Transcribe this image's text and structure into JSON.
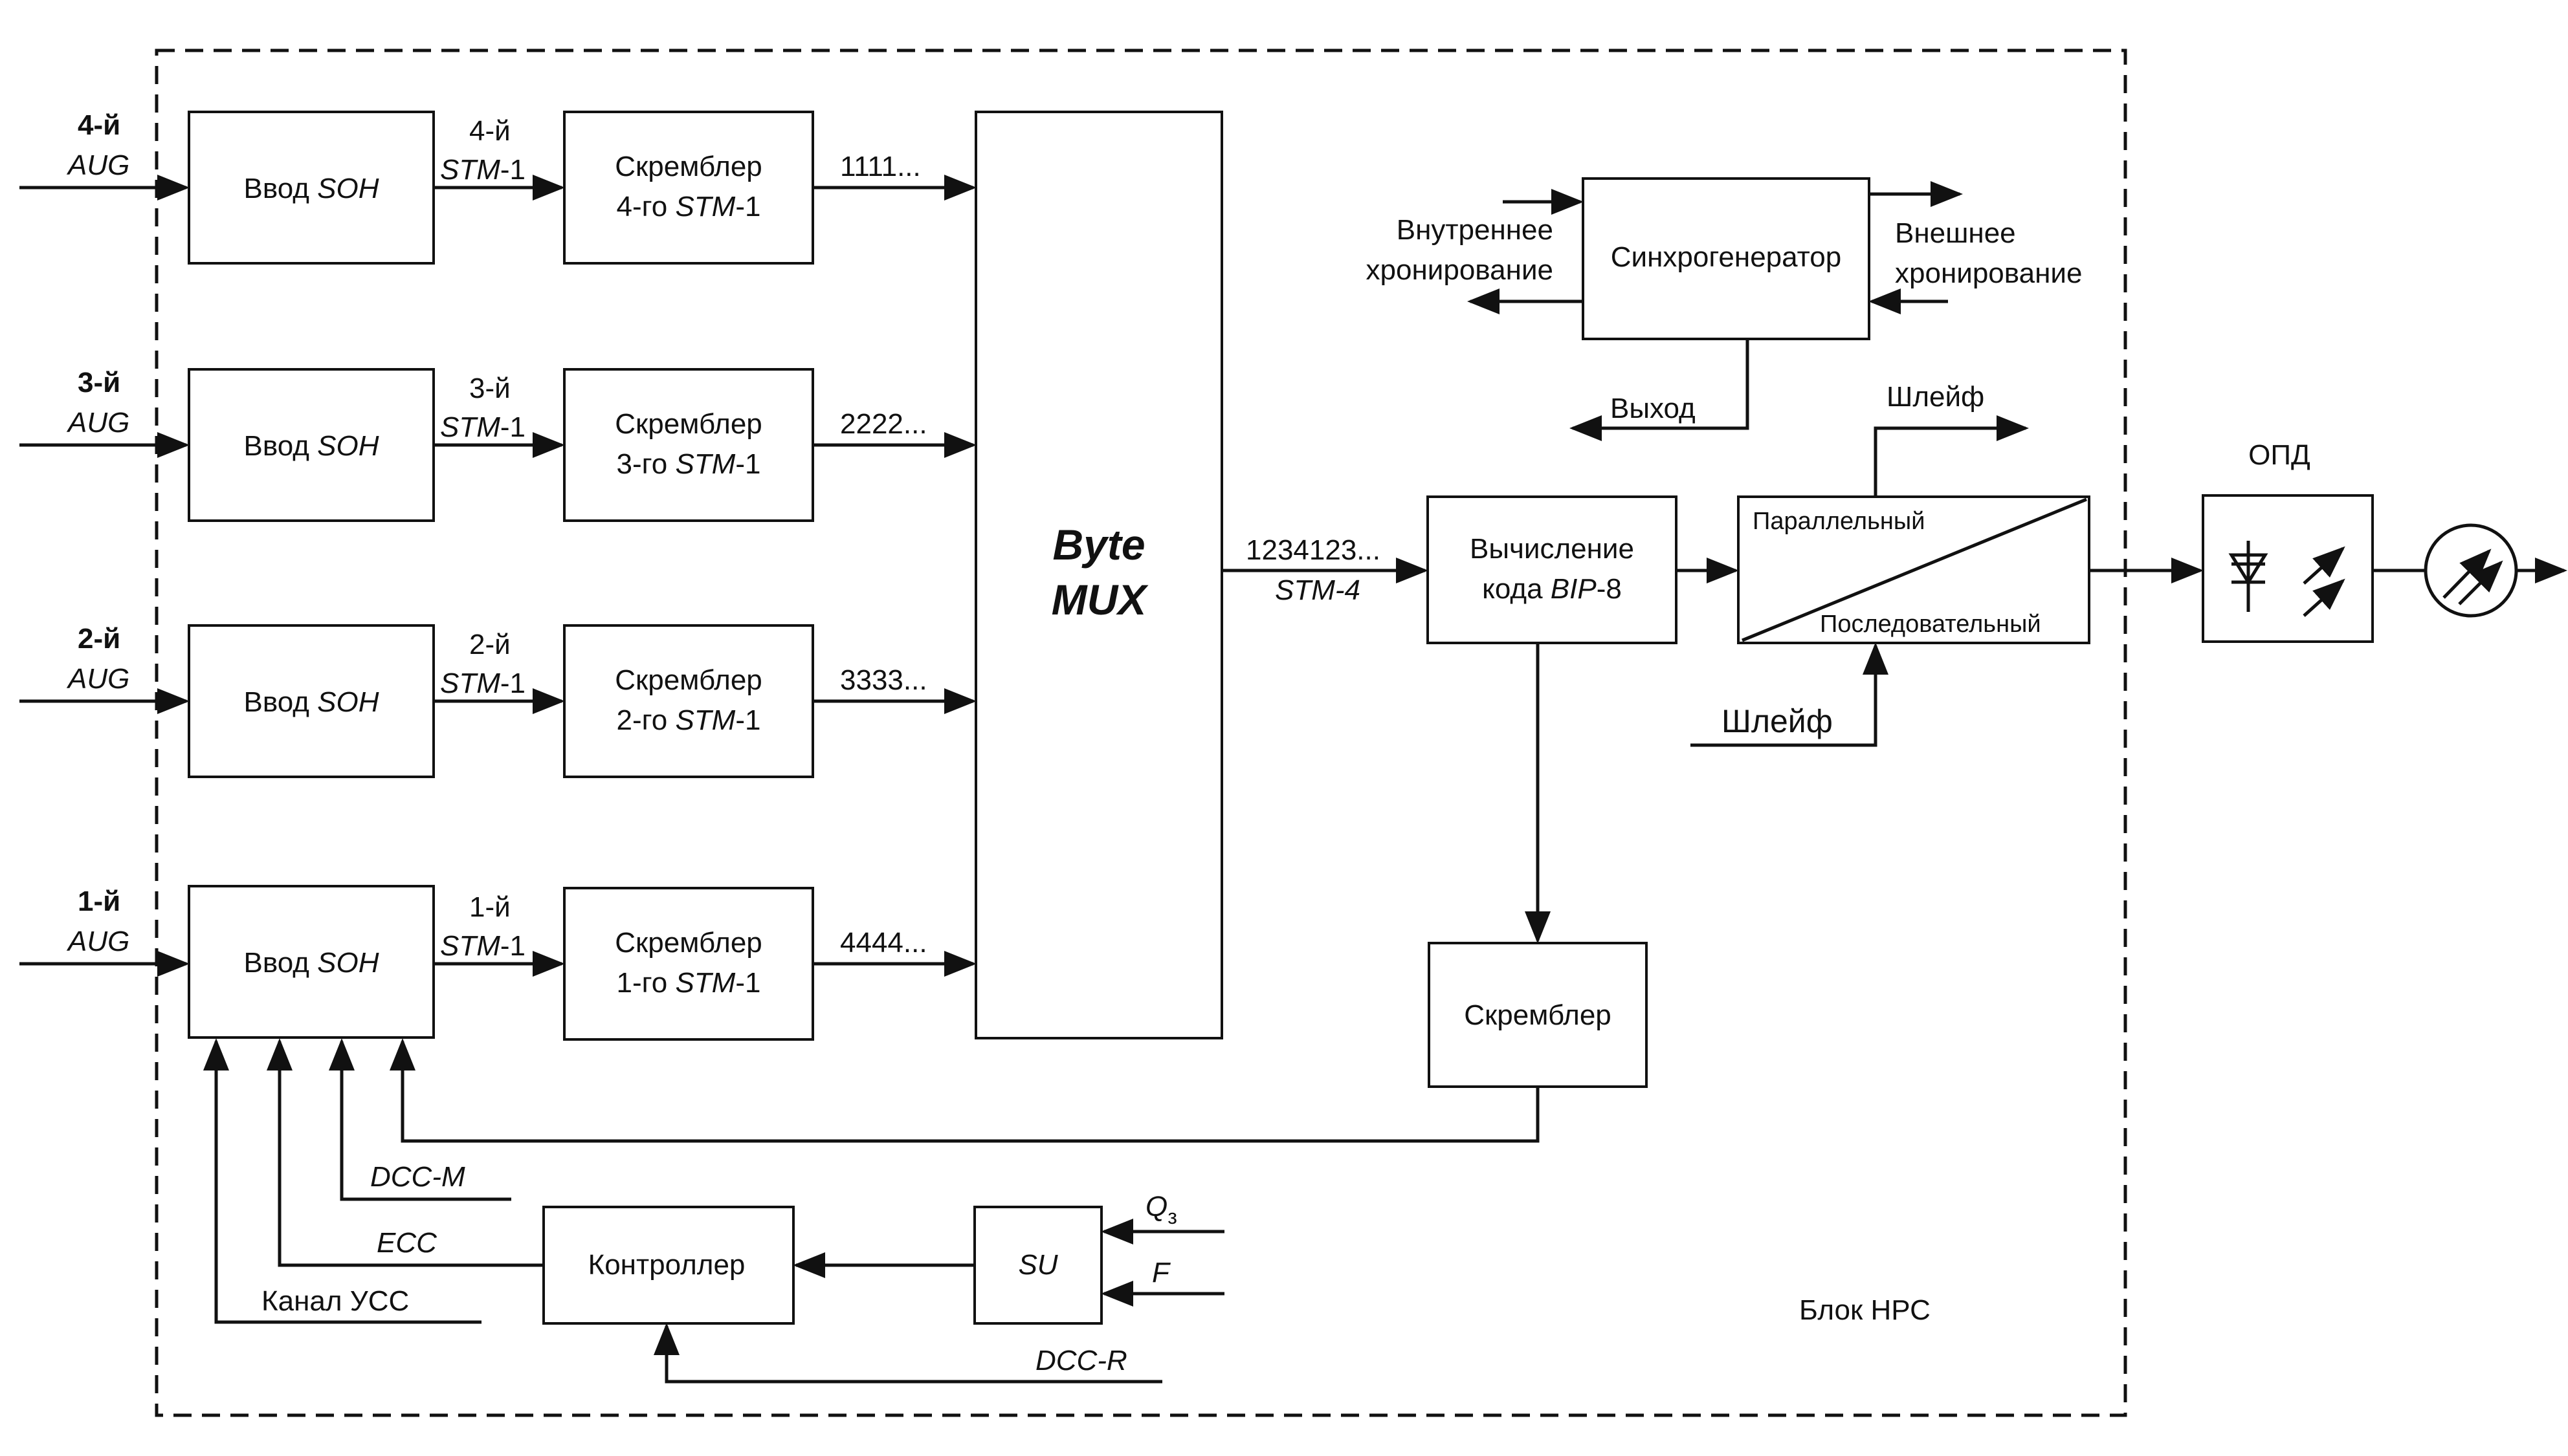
{
  "inputs": [
    {
      "order": "4-й",
      "type": "AUG",
      "soh_prefix": "Ввод",
      "soh_it": "SOH",
      "stm_order": "4-й",
      "stm_it": "STM",
      "stm_suffix": "-1",
      "scr_line1": "Скремблер",
      "scr_prefix": "4-го",
      "scr_it": "STM",
      "scr_suffix": "-1",
      "bytes": "1111..."
    },
    {
      "order": "3-й",
      "type": "AUG",
      "soh_prefix": "Ввод",
      "soh_it": "SOH",
      "stm_order": "3-й",
      "stm_it": "STM",
      "stm_suffix": "-1",
      "scr_line1": "Скремблер",
      "scr_prefix": "3-го",
      "scr_it": "STM",
      "scr_suffix": "-1",
      "bytes": "2222..."
    },
    {
      "order": "2-й",
      "type": "AUG",
      "soh_prefix": "Ввод",
      "soh_it": "SOH",
      "stm_order": "2-й",
      "stm_it": "STM",
      "stm_suffix": "-1",
      "scr_line1": "Скремблер",
      "scr_prefix": "2-го",
      "scr_it": "STM",
      "scr_suffix": "-1",
      "bytes": "3333..."
    },
    {
      "order": "1-й",
      "type": "AUG",
      "soh_prefix": "Ввод",
      "soh_it": "SOH",
      "stm_order": "1-й",
      "stm_it": "STM",
      "stm_suffix": "-1",
      "scr_line1": "Скремблер",
      "scr_prefix": "1-го",
      "scr_it": "STM",
      "scr_suffix": "-1",
      "bytes": "4444..."
    }
  ],
  "mux": {
    "line1": "Byte",
    "line2": "MUX"
  },
  "mux_out": {
    "sequence": "1234123...",
    "label": "STM-4"
  },
  "bip": {
    "line1": "Вычисление",
    "line2_prefix": "кода",
    "line2_it": "BIP",
    "line2_suffix": "-8"
  },
  "scrambler": {
    "label": "Скремблер"
  },
  "sync": {
    "label": "Синхрогенератор",
    "internal_line1": "Внутреннее",
    "internal_line2": "хронирование",
    "external_line1": "Внешнее",
    "external_line2": "хронирование",
    "output": "Выход"
  },
  "converter": {
    "top_label": "Параллельный",
    "bottom_label": "Последовательный",
    "loop_top": "Шлейф",
    "loop_bottom": "Шлейф"
  },
  "opd": {
    "label": "ОПД"
  },
  "controller": {
    "label": "Контроллер"
  },
  "su": {
    "label": "SU",
    "q_base": "Q",
    "q_sub": "з",
    "f": "F",
    "dcc_r": "DCC-R"
  },
  "control_lines": {
    "dcc_m": "DCC-M",
    "ecc": "ECC",
    "ucc": "Канал УСС"
  },
  "block_label": "Блок НРС"
}
